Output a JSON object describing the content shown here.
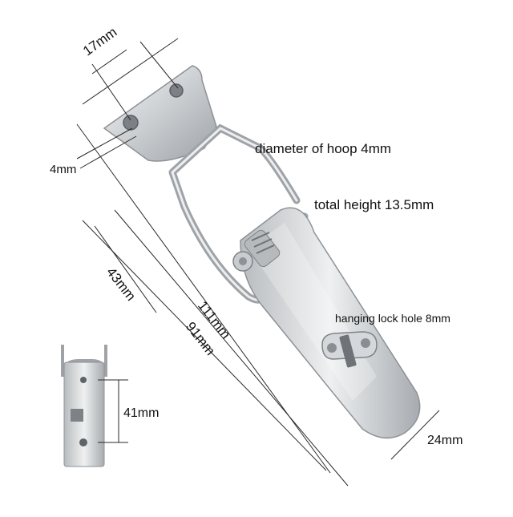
{
  "labels": {
    "hole_spacing": "17mm",
    "hole_diameter": "4mm",
    "hoop_diameter": "diameter of hoop 4mm",
    "total_height": "total height 13.5mm",
    "lock_hole": "hanging lock hole 8mm",
    "width": "24mm",
    "length_43": "43mm",
    "length_111": "111mm",
    "length_91": "91mm",
    "thumb_length": "41mm"
  },
  "colors": {
    "metal_light": "#e6e8ea",
    "metal_mid": "#c4c7ca",
    "metal_dark": "#8e9296",
    "dimension_line": "#2a2a2a",
    "background": "#ffffff"
  }
}
